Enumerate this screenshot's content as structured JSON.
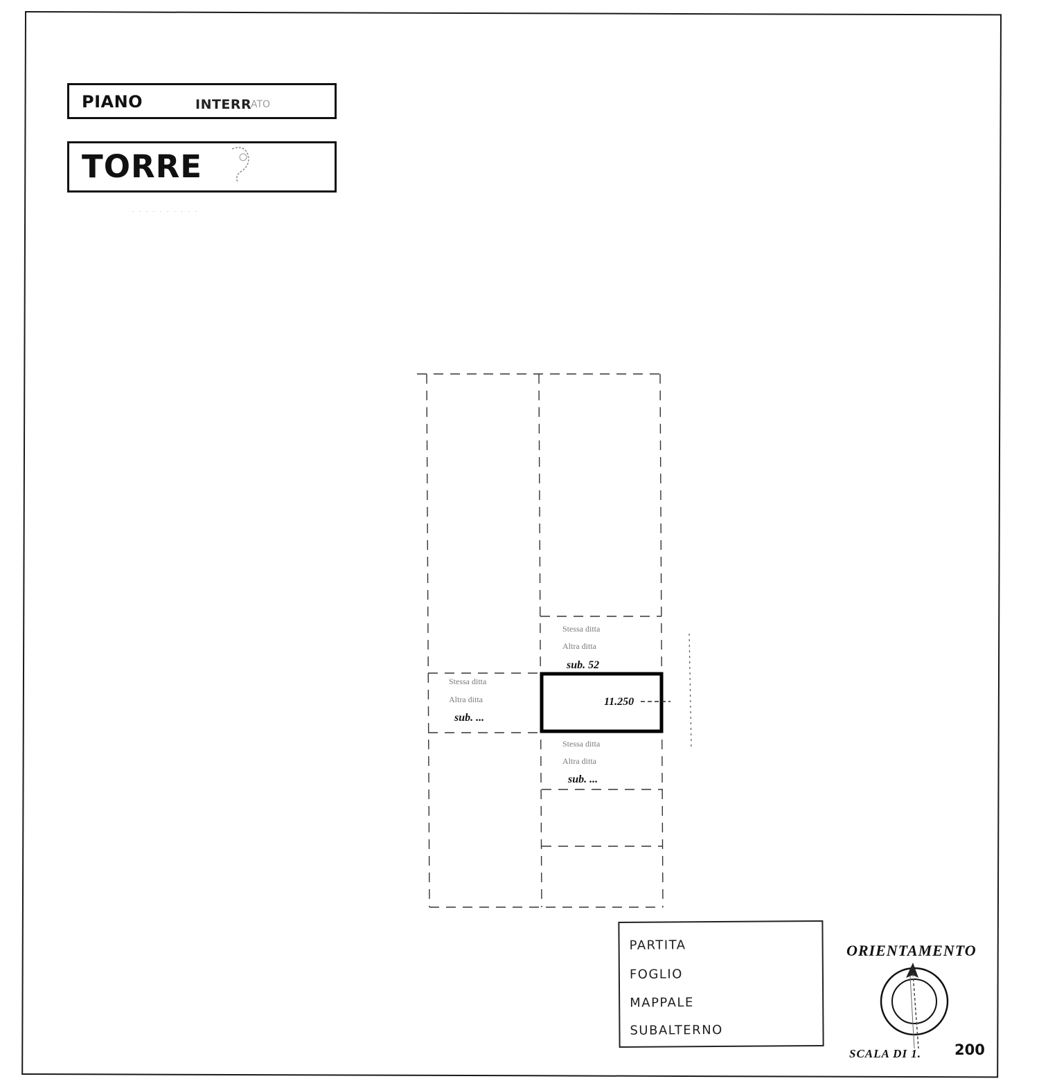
{
  "header": {
    "piano_label": "PIANO",
    "piano_value": "INTERR",
    "piano_value_faded": "ATO",
    "building_label": "TORRE"
  },
  "plan": {
    "units": [
      {
        "label_top": "Stessa ditta",
        "label_mid": "Altra ditta",
        "label_sub": "sub. 52"
      },
      {
        "label_top": "Stessa ditta",
        "label_mid": "Altra ditta",
        "label_sub": "sub. ..."
      },
      {
        "label_top": "Stessa ditta",
        "label_mid": "Altra ditta",
        "label_sub": "sub. ..."
      }
    ],
    "highlight_value": "11.250"
  },
  "info_box": {
    "rows": [
      "PARTITA",
      "FOGLIO",
      "MAPPALE",
      "SUBALTERNO"
    ]
  },
  "orientation": {
    "title": "ORIENTAMENTO"
  },
  "scale": {
    "label": "SCALA DI 1.",
    "value": "200"
  },
  "colors": {
    "ink": "#111111",
    "faded": "#9a9a9a",
    "paper": "#ffffff"
  }
}
